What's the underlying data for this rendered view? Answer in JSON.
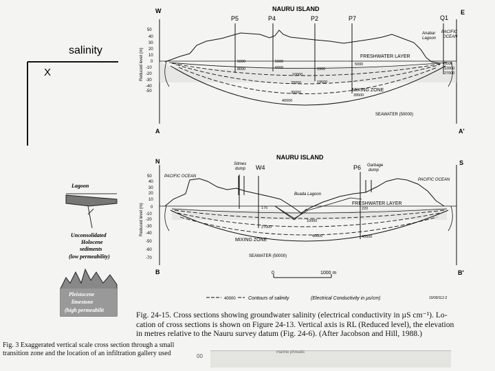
{
  "top_section": {
    "title": "NAURU ISLAND",
    "corner_w": "W",
    "corner_e": "E",
    "corner_a": "A",
    "corner_a2": "A'",
    "wells": [
      "P5",
      "P4",
      "P2",
      "P7",
      "Q1"
    ],
    "label_anabar": "Anabar",
    "label_lagoon": "Lagoon",
    "label_pacific": "PACIFIC",
    "label_ocean": "OCEAN",
    "fresh_layer": "FRESHWATER LAYER",
    "mixing_zone": "MIXING ZONE",
    "seawater": "SEAWATER  (50000)",
    "contours": [
      "5000",
      "8000",
      "5000",
      "6000",
      "3300",
      "10000",
      "19500",
      "20000",
      "30000",
      "40000",
      "5000",
      "39500",
      "5500",
      "12000",
      "27000"
    ],
    "y_axis_label": "Reduced level (m)",
    "y_ticks": [
      "50",
      "40",
      "30",
      "20",
      "10",
      "0",
      "-10",
      "-20",
      "-30",
      "-40",
      "-50"
    ]
  },
  "bottom_section": {
    "title": "NAURU ISLAND",
    "corner_n": "N",
    "corner_s": "S",
    "corner_b": "B",
    "corner_b2": "B'",
    "pacific_left": "PACIFIC OCEAN",
    "pacific_right": "PACIFIC OCEAN",
    "sitmes_1": "Sitmes",
    "sitmes_2": "dump",
    "w4": "W4",
    "p6": "P6",
    "garbage_1": "Garbage",
    "garbage_2": "dump",
    "buada": "Buada Lagoon",
    "fresh_layer": "FRESHWATER LAYER",
    "mixing_zone": "MIXING ZONE",
    "seawater": "SEAWATER  (50000)",
    "contours": [
      "175",
      "220",
      "10000",
      "27000",
      "40000",
      "43500"
    ],
    "y_axis_label": "Reduced level (m)",
    "y_ticks": [
      "50",
      "40",
      "30",
      "20",
      "10",
      "0",
      "-10",
      "-20",
      "-30",
      "-40",
      "-50",
      "-60",
      "-70"
    ]
  },
  "scale": {
    "zero": "0",
    "end": "1000 m"
  },
  "legend": {
    "sample": "40000",
    "text": "Contours of salinity",
    "paren": "(Electrical Conductivity in  µs/cm)",
    "code": "10/09/112-2"
  },
  "left_fragment": {
    "salinity": "salinity",
    "x_mark": "X",
    "lagoon": "Lagoon",
    "unconsolidated": "Unconsolidated",
    "holocene": "Holocene",
    "sediments": "sediments",
    "low_perm": "(low permeability)",
    "pleistocene": "Pleistocene",
    "limestone": "limestone",
    "high_perm": "(high permeabilit"
  },
  "caption": {
    "line1": "Fig. 24-15. Cross sections showing groundwater salinity (electrical conductivity in µS cm⁻¹). Lo-",
    "line2": "cation of cross sections is shown on Figure 24-13. Vertical axis is RL (Reduced level), the elevation",
    "line3": "in metres relative to the Nauru survey datum (Fig. 24-6). (After Jacobson and Hill, 1988.)"
  },
  "fig3": {
    "line1": "Fig. 3   Exaggerated vertical scale cross section through a small",
    "line2": "transition zone and the location of an infiltration gallery used"
  },
  "under_fragment": {
    "text": "marine phreatic",
    "left_num": "00"
  }
}
